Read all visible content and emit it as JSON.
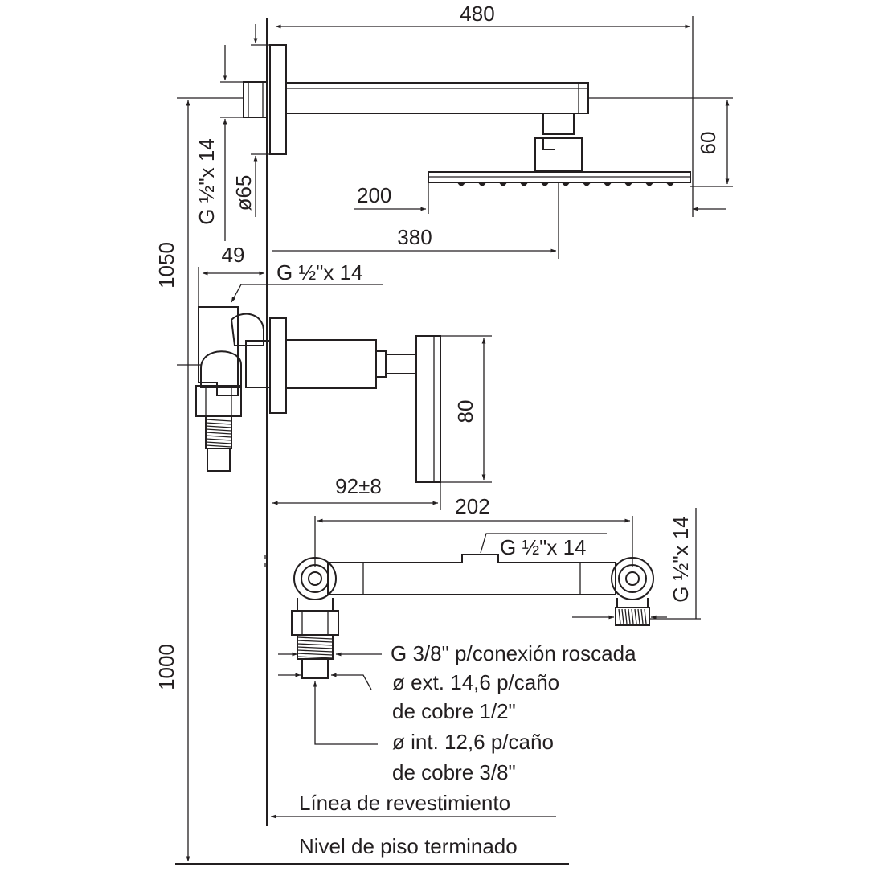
{
  "dimensions": {
    "arm_length": "480",
    "head_depth": "60",
    "head_edge": "200",
    "head_center": "380",
    "thread_vertical": "G ½\"x 14",
    "flange_diameter": "ø65",
    "height_shower": "1050",
    "valve_offset": "49",
    "thread_valve": "G ½\"x 14",
    "handle_height": "80",
    "handle_projection": "92±8",
    "connector_width": "202",
    "thread_connector": "G ½\"x 14",
    "thread_connector_side": "G ½\"x 14",
    "height_valve": "1000"
  },
  "notes": {
    "thread_3_8": "G 3/8\" p/conexión roscada",
    "ext_diameter_1": "ø ext. 14,6 p/caño",
    "ext_diameter_2": "de cobre 1/2\"",
    "int_diameter_1": "ø int. 12,6 p/caño",
    "int_diameter_2": "de cobre 3/8\""
  },
  "reference_lines": {
    "finish_line": "Línea de revestimiento",
    "floor_level": "Nivel de piso terminado"
  },
  "colors": {
    "line": "#231f20",
    "background": "#ffffff"
  }
}
